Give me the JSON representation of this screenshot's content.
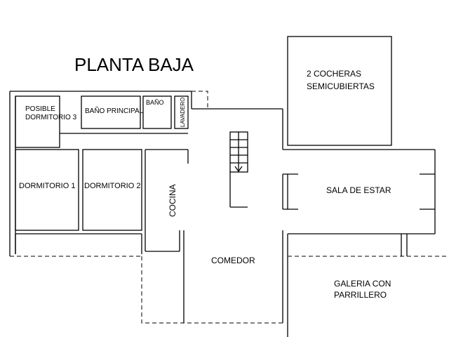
{
  "title": "PLANTA BAJA",
  "rooms": {
    "posible_dormitorio_3": [
      "POSIBLE",
      "DORMITORIO 3"
    ],
    "bano_principal": "BAÑO PRINCIPAL",
    "bano": "BAÑO",
    "lavadero": "LAVADERO",
    "dormitorio_1": "DORMITORIO 1",
    "dormitorio_2": "DORMITORIO 2",
    "cocina": "COCINA",
    "comedor": "COMEDOR",
    "sala_de_estar": "SALA DE ESTAR",
    "cocheras": [
      "2 COCHERAS",
      "SEMICUBIERTAS"
    ],
    "galeria": [
      "GALERIA CON",
      "PARRILLERO"
    ]
  }
}
